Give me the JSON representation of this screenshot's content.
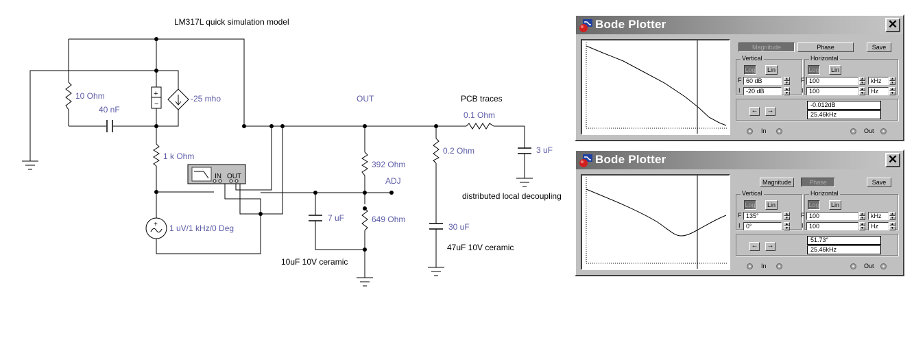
{
  "schematic": {
    "title": "LM317L quick simulation model",
    "r_10ohm": "10  Ohm",
    "c_40nf": "40 nF",
    "vccs": "-25 mho",
    "out_label": "OUT",
    "pcb_traces": "PCB traces",
    "r_trace": "0.1  Ohm",
    "r_esr": "0.2  Ohm",
    "c_3uf": "3 uF",
    "r_1k": "1 k Ohm",
    "r_392": "392  Ohm",
    "adj_label": "ADJ",
    "distributed": "distributed local decoupling",
    "c_7uf": "7 uF",
    "r_649": "649  Ohm",
    "c_30uf": "30 uF",
    "source": "1 uV/1 kHz/0 Deg",
    "cap_10uf": "10uF 10V ceramic",
    "cap_47uf": "47uF 10V ceramic",
    "bode_in": "IN",
    "bode_out": "OUT"
  },
  "bode_magnitude": {
    "title": "Bode Plotter",
    "close": "✕",
    "mode_magnitude": "Magnitude",
    "mode_phase": "Phase",
    "active_mode": "Magnitude",
    "save": "Save",
    "vertical_label": "Vertical",
    "horizontal_label": "Horizontal",
    "log": "Log",
    "lin": "Lin",
    "f_label": "F",
    "i_label": "I",
    "v_final": "60 dB",
    "v_initial": "-20 dB",
    "h_final": "100",
    "h_final_unit": "kHz",
    "h_initial": "100",
    "h_initial_unit": "Hz",
    "readout_value": "-0.012dB",
    "readout_freq": "25.46kHz",
    "in_label": "In",
    "out_label": "Out",
    "arrow_left": "←",
    "arrow_right": "→"
  },
  "bode_phase": {
    "title": "Bode Plotter",
    "close": "✕",
    "mode_magnitude": "Magnitude",
    "mode_phase": "Phase",
    "active_mode": "Phase",
    "save": "Save",
    "vertical_label": "Vertical",
    "horizontal_label": "Horizontal",
    "log": "Log",
    "lin": "Lin",
    "f_label": "F",
    "i_label": "I",
    "v_final": "135°",
    "v_initial": "0°",
    "h_final": "100",
    "h_final_unit": "kHz",
    "h_initial": "100",
    "h_initial_unit": "Hz",
    "readout_value": "51.73°",
    "readout_freq": "25.46kHz",
    "in_label": "In",
    "out_label": "Out",
    "arrow_left": "←",
    "arrow_right": "→"
  },
  "colors": {
    "label_blue": "#5c5ca8",
    "panel_gray": "#c0c0c0"
  }
}
